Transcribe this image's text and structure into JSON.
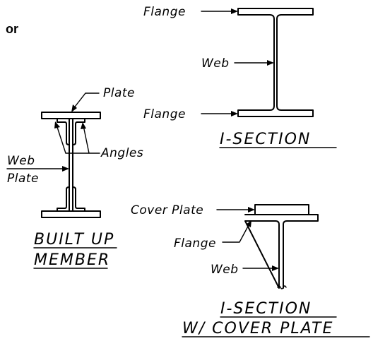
{
  "leading_word": "or",
  "i_section": {
    "labels": {
      "top_flange": "Flange",
      "web": "Web",
      "bottom_flange": "Flange"
    },
    "title": "I-SECTION"
  },
  "built_up": {
    "labels": {
      "plate": "Plate",
      "angles": "Angles",
      "web_plate_line1": "Web",
      "web_plate_line2": "Plate"
    },
    "title_line1": "BUILT UP",
    "title_line2": "MEMBER"
  },
  "cover_plate": {
    "labels": {
      "cover_plate": "Cover Plate",
      "flange": "Flange",
      "web": "Web"
    },
    "title_line1": "I-SECTION",
    "title_line2": "W/ COVER PLATE"
  }
}
